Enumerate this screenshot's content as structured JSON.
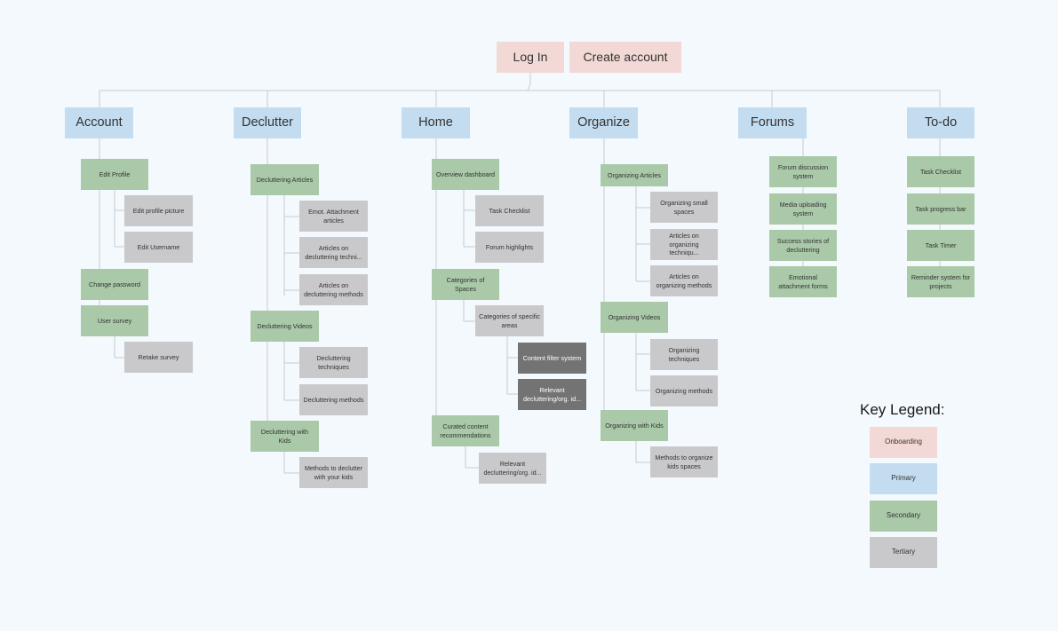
{
  "top": {
    "login": "Log In",
    "create_account": "Create account"
  },
  "columns": {
    "account": {
      "label": "Account",
      "items": [
        "Edit Profile",
        "Edit profile picture",
        "Edit Username",
        "Change password",
        "User survey",
        "Retake survey"
      ]
    },
    "declutter": {
      "label": "Declutter",
      "items": [
        "Decluttering Articles",
        "Emot. Attachment articles",
        "Articles on decluttering techni...",
        "Articles on decluttering methods",
        "Decluttering Videos",
        "Decluttering techniques",
        "Decluttering methods",
        "Decluttering with Kids",
        "Methods to declutter with your kids"
      ]
    },
    "home": {
      "label": "Home",
      "items": [
        "Overview dashboard",
        "Task Checklist",
        "Forum highlights",
        "Categories of Spaces",
        "Categories of specific areas",
        "Content filter system",
        "Relevant decluttering/org. id...",
        "Curated content recommendations",
        "Relevant decluttering/org. id..."
      ]
    },
    "organize": {
      "label": "Organize",
      "items": [
        "Organizing Articles",
        "Organizing small spaces",
        "Articles on organizing techniqu...",
        "Articles on organizing methods",
        "Organizing Videos",
        "Organizing techniques",
        "Organizing methods",
        "Organizing with Kids",
        "Methods to organize kids spaces"
      ]
    },
    "forums": {
      "label": "Forums",
      "items": [
        "Forum discussion system",
        "Media uploading system",
        "Success stories of decluttering",
        "Emotional attachment forms"
      ]
    },
    "todo": {
      "label": "To-do",
      "items": [
        "Task Checklist",
        "Task progress bar",
        "Task Timer",
        "Reminder system for projects"
      ]
    }
  },
  "legend": {
    "title": "Key Legend:",
    "onboarding": "Onboarding",
    "primary": "Primary",
    "secondary": "Secondary",
    "tertiary": "Tertiary"
  },
  "colors": {
    "onboarding": "#f2d9d6",
    "primary": "#c3dcef",
    "secondary": "#a9c9a8",
    "tertiary": "#c9c9cb",
    "quaternary": "#737373",
    "connector": "#c8ccd0",
    "background": "#f4f9fd"
  }
}
